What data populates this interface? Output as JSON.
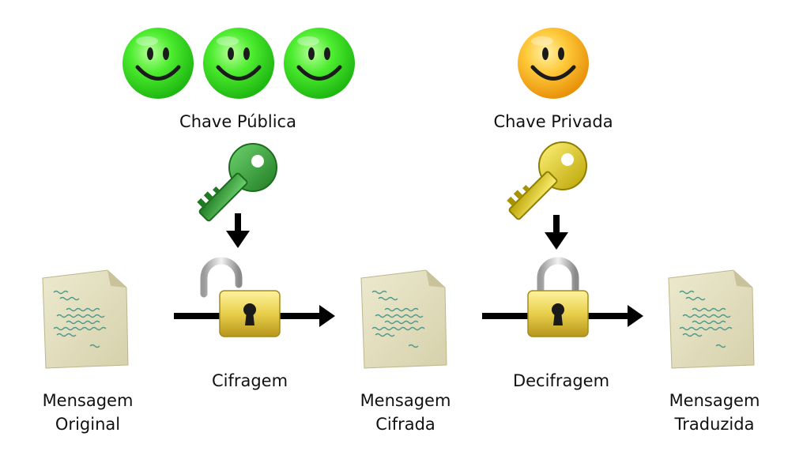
{
  "labels": {
    "public_key": "Chave Pública",
    "private_key": "Chave Privada",
    "encryption": "Cifragem",
    "decryption": "Decifragem",
    "original_line1": "Mensagem",
    "original_line2": "Original",
    "cipher_line1": "Mensagem",
    "cipher_line2": "Cifrada",
    "translated_line1": "Mensagem",
    "translated_line2": "Traduzida"
  },
  "colors": {
    "public_smiley": "#3ee82a",
    "private_smiley": "#f5b51e",
    "public_key": "#2f9a2f",
    "private_key": "#d8c400",
    "lock_body": "#e8cf4a",
    "paper": "#e6e2c4",
    "arrow": "#000000"
  },
  "icons": {
    "public_people": [
      "smiley-face-icon",
      "smiley-face-icon",
      "smiley-face-icon"
    ],
    "private_person": "smiley-face-icon",
    "public_key": "key-icon",
    "private_key": "key-icon",
    "open_lock": "open-padlock-icon",
    "closed_lock": "closed-padlock-icon",
    "document": "document-icon"
  }
}
